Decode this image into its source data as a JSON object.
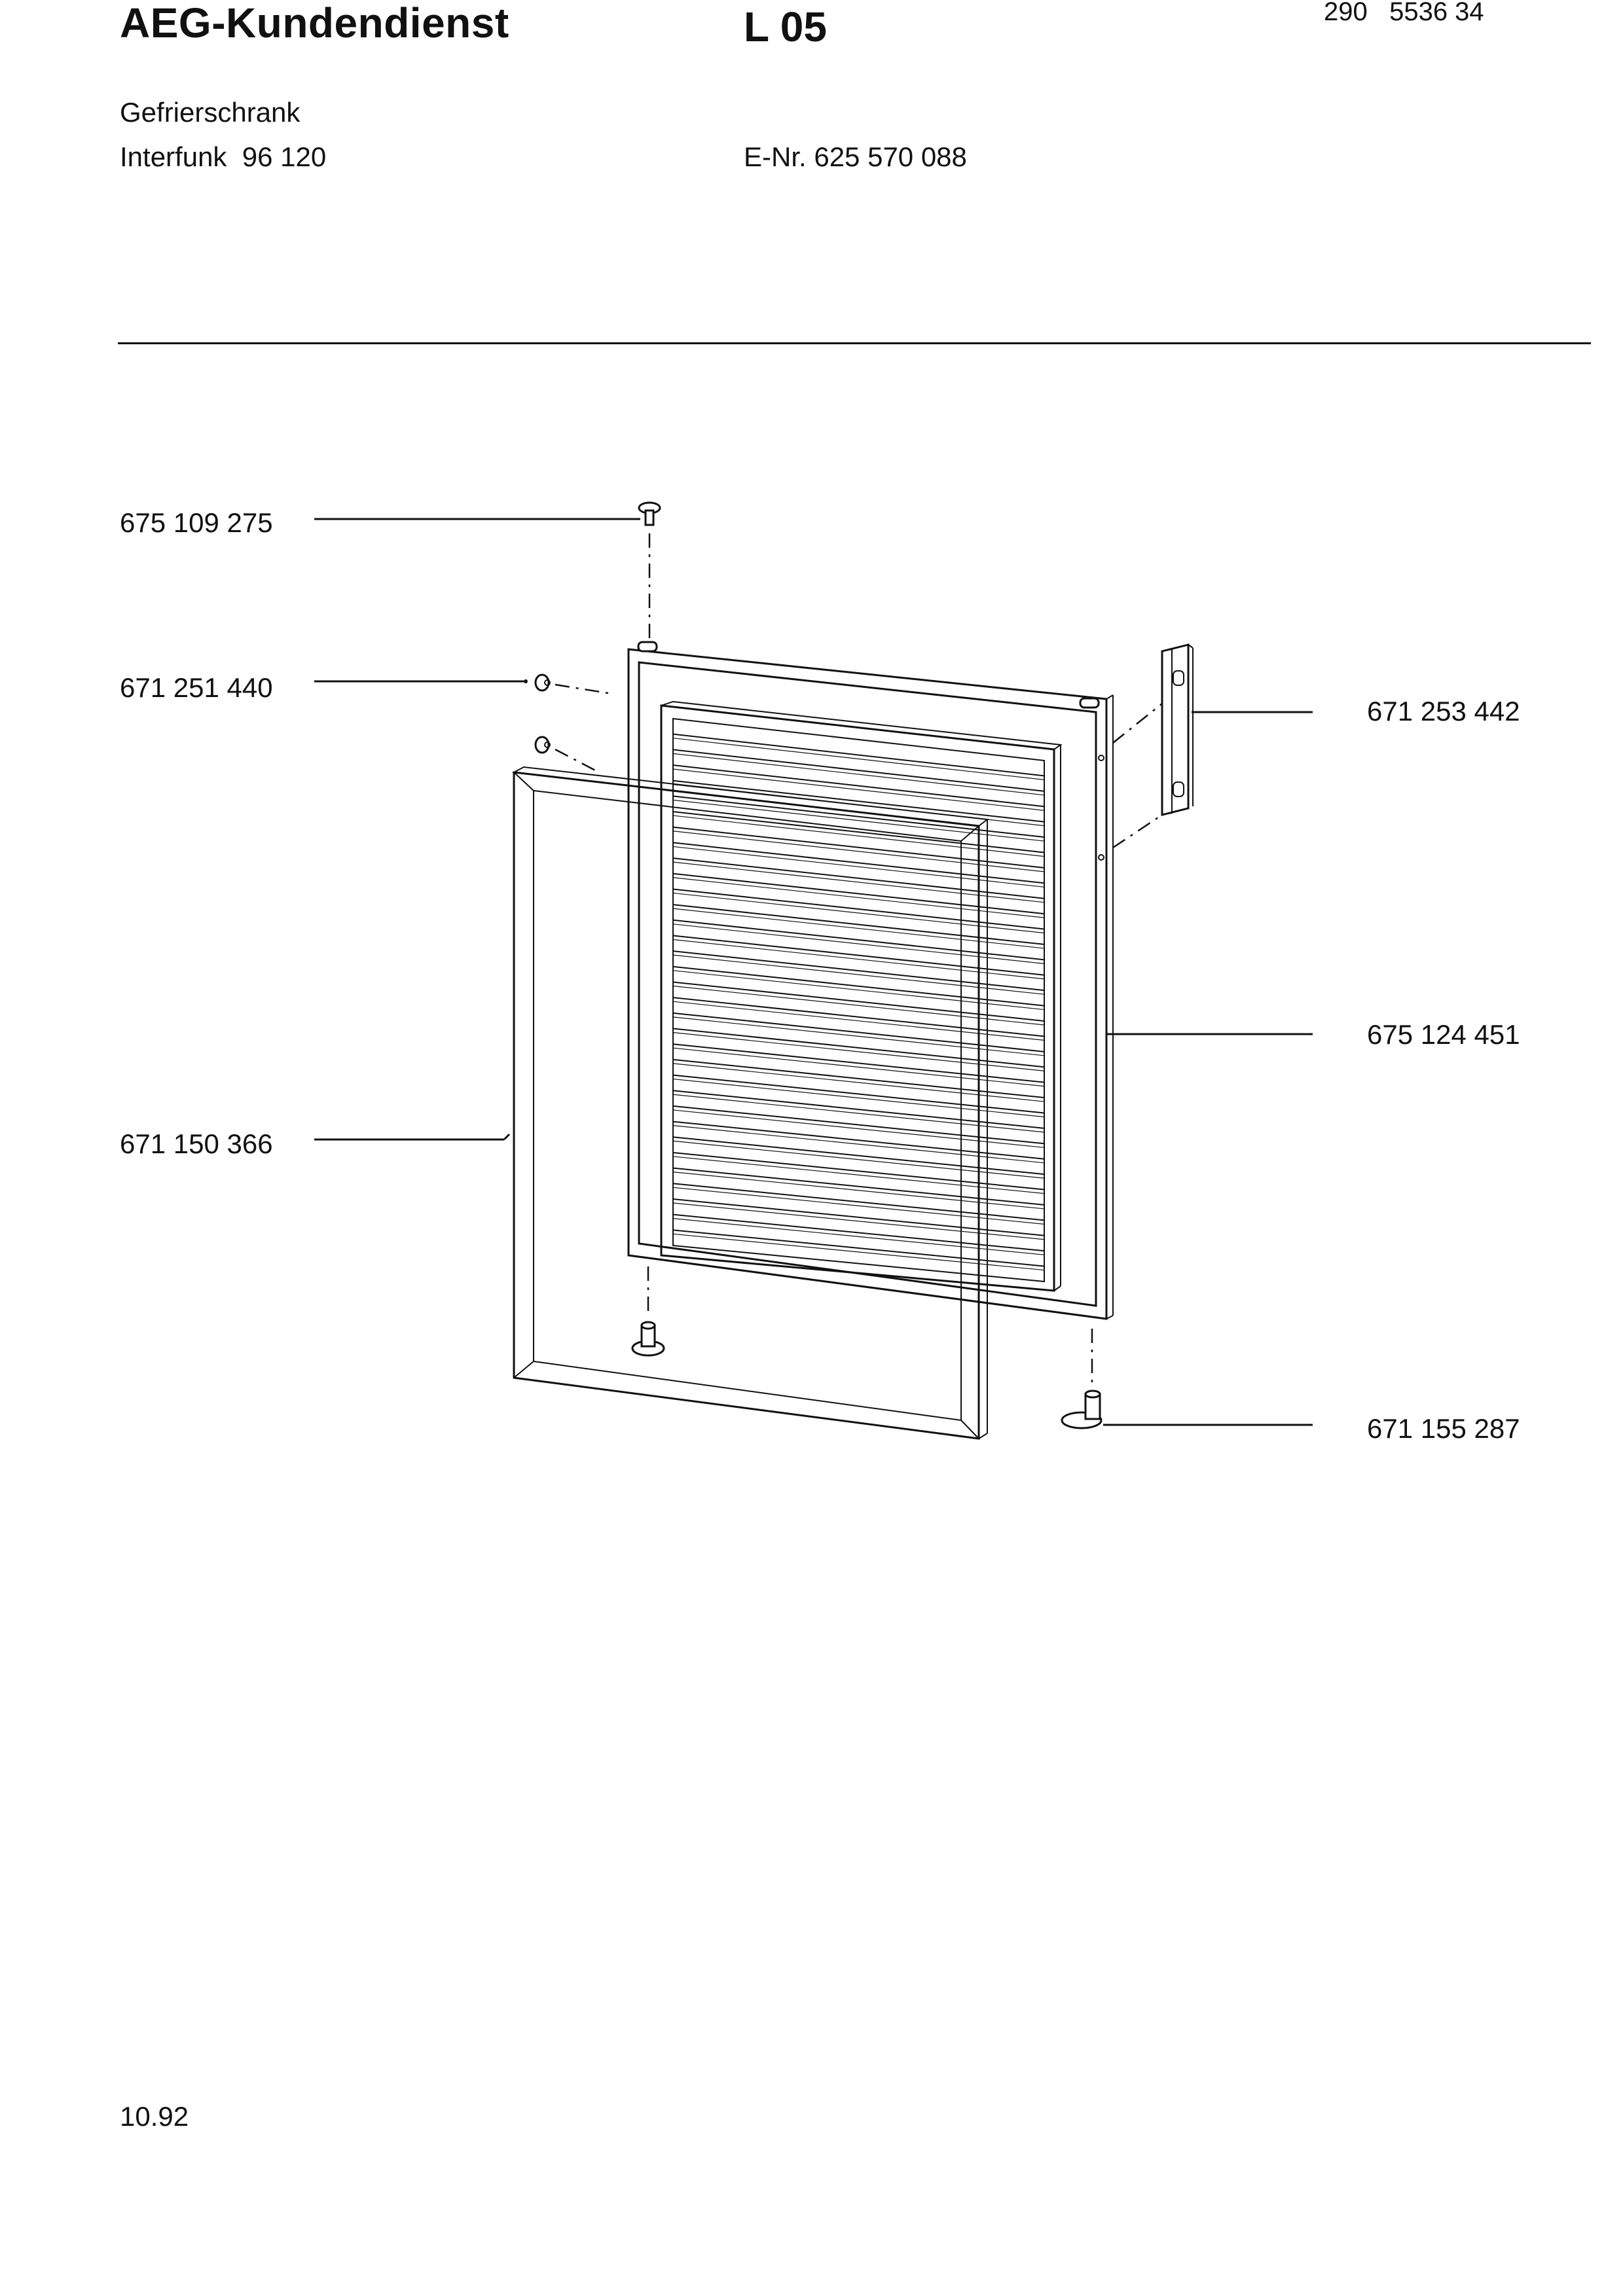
{
  "header": {
    "brand": "AEG-Kundendienst",
    "section_code": "L 05",
    "document_number": "290   5536 34",
    "appliance_type": "Gefrierschrank",
    "model": "Interfunk  96 120",
    "e_number": "E-Nr. 625 570 088"
  },
  "parts": [
    {
      "part_number": "675 109 275",
      "item": "top-hinge-pin"
    },
    {
      "part_number": "671 251 440",
      "item": "screw-cap"
    },
    {
      "part_number": "671 253 442",
      "item": "door-handle"
    },
    {
      "part_number": "675 124 451",
      "item": "door-panel"
    },
    {
      "part_number": "671 150 366",
      "item": "door-gasket"
    },
    {
      "part_number": "671 155 287",
      "item": "bottom-hinge-pin"
    }
  ],
  "footer": {
    "date": "10.92"
  }
}
